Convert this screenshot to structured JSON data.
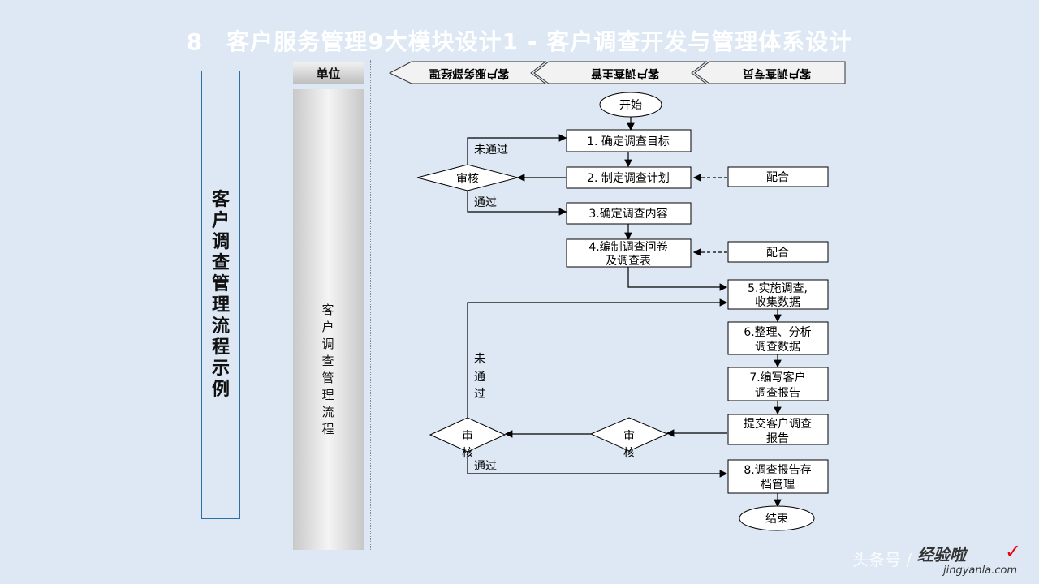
{
  "title": "8　客户服务管理9大模块设计1 - 客户调查开发与管理体系设计",
  "left_panel": "客户调查管理流程示例",
  "column_header": "单位",
  "column_body": "客户调查管理流程",
  "roles": [
    "客户服务部经理",
    "客户调查主管",
    "客户调查专员"
  ],
  "nodes": {
    "start": "开始",
    "step1": "1. 确定调查目标",
    "step2": "2. 制定调查计划",
    "step3": "3.确定调查内容",
    "step4a": "4.编制调查问卷",
    "step4b": "及调查表",
    "cooperate1": "配合",
    "cooperate2": "配合",
    "review1": "审核",
    "step5a": "5.实施调查,",
    "step5b": "收集数据",
    "step6a": "6.整理、分析",
    "step6b": "调查数据",
    "step7a": "7.编写客户",
    "step7b": "调查报告",
    "submit_a": "提交客户调查",
    "submit_b": "报告",
    "review2a": "审",
    "review2b": "核",
    "review3a": "审",
    "review3b": "核",
    "step8a": "8.调查报告存",
    "step8b": "档管理",
    "end": "结束"
  },
  "edge_labels": {
    "fail1": "未通过",
    "pass1": "通过",
    "fail2_1": "未",
    "fail2_2": "通",
    "fail2_3": "过",
    "pass2": "通过"
  },
  "watermark": {
    "brand": "头条号 /",
    "site": "经验啦",
    "url": "jingyanla.com"
  },
  "colors": {
    "background": "#dde8f4",
    "border": "#2a6fa8",
    "line": "#000000"
  }
}
